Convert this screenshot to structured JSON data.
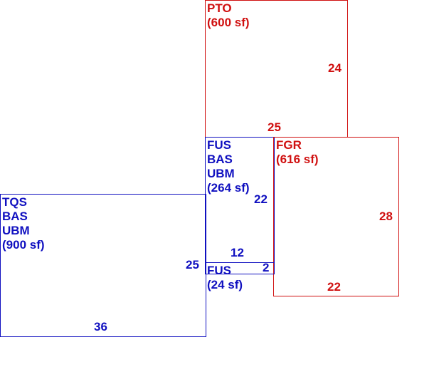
{
  "colors": {
    "living": "#1010c0",
    "other": "#d01010",
    "background": "#ffffff"
  },
  "areas": {
    "pto": {
      "codes": [
        "PTO"
      ],
      "area": "(600 sf)",
      "dim_side": "24",
      "dim_bottom": "25"
    },
    "fus_main": {
      "codes": [
        "FUS",
        "BAS",
        "UBM"
      ],
      "area": "(264 sf)",
      "dim_side": "22",
      "dim_bottom": "12"
    },
    "fgr": {
      "codes": [
        "FGR"
      ],
      "area": "(616 sf)",
      "dim_side": "28",
      "dim_bottom": "22"
    },
    "tqs": {
      "codes": [
        "TQS",
        "BAS",
        "UBM"
      ],
      "area": "(900 sf)",
      "dim_side": "25",
      "dim_bottom": "36"
    },
    "fus_small": {
      "codes": [
        "FUS"
      ],
      "area": "(24 sf)",
      "dim_side": "2"
    }
  }
}
